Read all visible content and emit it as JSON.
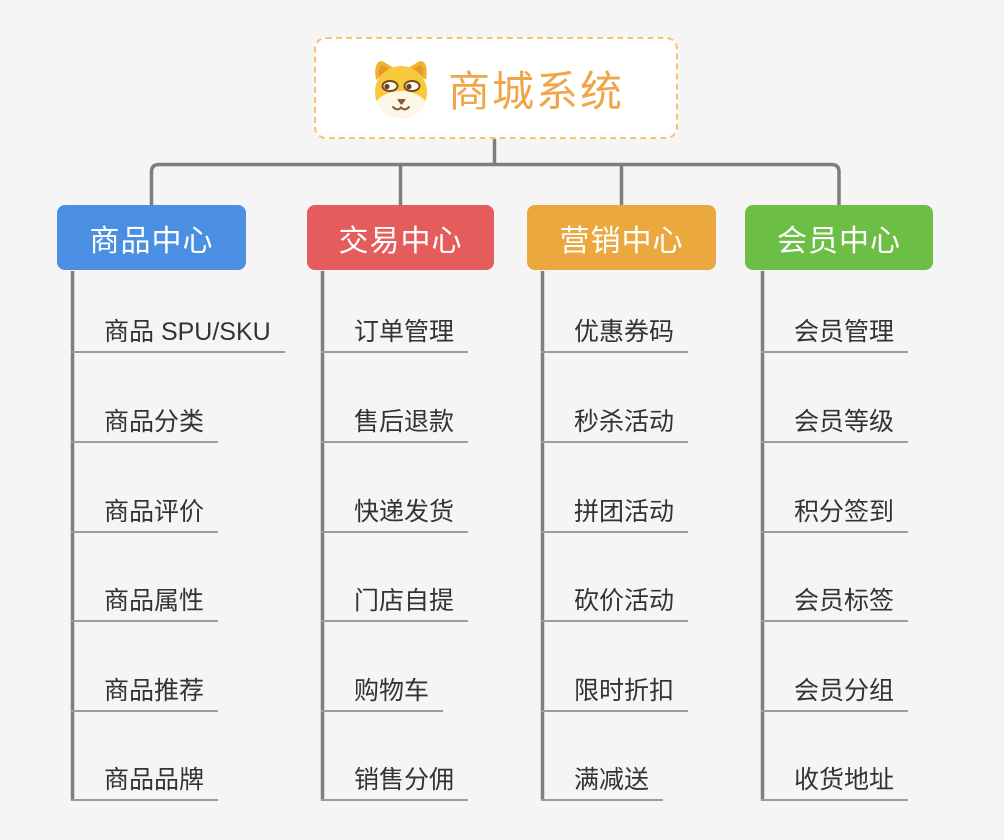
{
  "canvas": {
    "background_color": "#f5f5f5",
    "connector_color": "#7e7e7e",
    "leaf_underline_color": "#9c9c9c"
  },
  "root": {
    "title": "商城系统",
    "icon": "dog-icon",
    "text_color": "#f0a648",
    "border_color": "#f3c272"
  },
  "branches": [
    {
      "label": "商品中心",
      "color": "#4a8fe2",
      "children": [
        "商品 SPU/SKU",
        "商品分类",
        "商品评价",
        "商品属性",
        "商品推荐",
        "商品品牌"
      ]
    },
    {
      "label": "交易中心",
      "color": "#e45c5c",
      "children": [
        "订单管理",
        "售后退款",
        "快递发货",
        "门店自提",
        "购物车",
        "销售分佣"
      ]
    },
    {
      "label": "营销中心",
      "color": "#eaa83e",
      "children": [
        "优惠券码",
        "秒杀活动",
        "拼团活动",
        "砍价活动",
        "限时折扣",
        "满减送"
      ]
    },
    {
      "label": "会员中心",
      "color": "#6cbf44",
      "children": [
        "会员管理",
        "会员等级",
        "积分签到",
        "会员标签",
        "会员分组",
        "收货地址"
      ]
    }
  ]
}
